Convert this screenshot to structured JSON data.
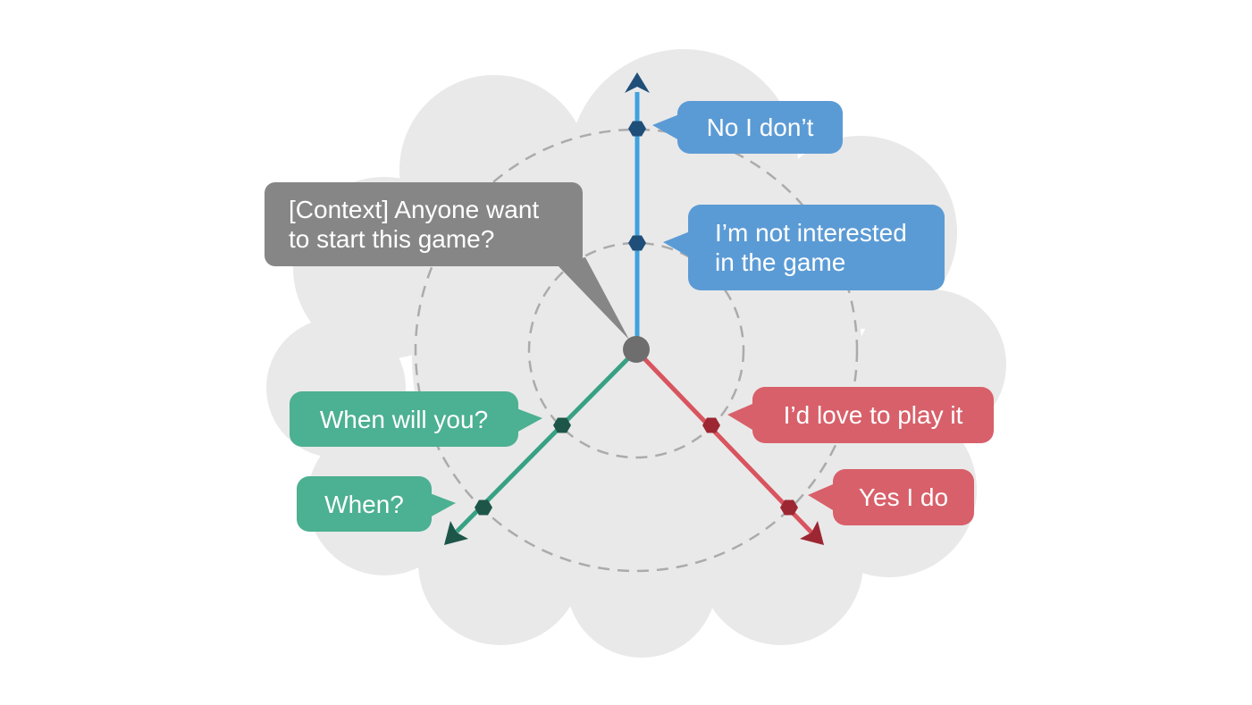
{
  "bubbles": {
    "context": {
      "line1": "[Context] Anyone want",
      "line2": "to start this game?"
    },
    "negative_outer": "No I don’t",
    "negative_inner": {
      "line1": "I’m not interested",
      "line2": "in the game"
    },
    "question_inner": "When will you?",
    "question_outer": "When?",
    "positive_inner": "I’d love to play it",
    "positive_outer": "Yes I do"
  },
  "colors": {
    "cloud": "#e9e9e9",
    "dashed_circle": "#ababab",
    "bubble_gray": "#868686",
    "bubble_blue": "#5b9bd5",
    "bubble_green": "#4cb092",
    "bubble_red": "#d8606a",
    "axis_blue": "#3fa2de",
    "axis_blue_dark": "#1f4e79",
    "axis_green": "#38a183",
    "axis_green_dark": "#1d5649",
    "axis_red": "#d8545e",
    "axis_red_dark": "#9c2733",
    "center_dot": "#6e6e6e"
  }
}
